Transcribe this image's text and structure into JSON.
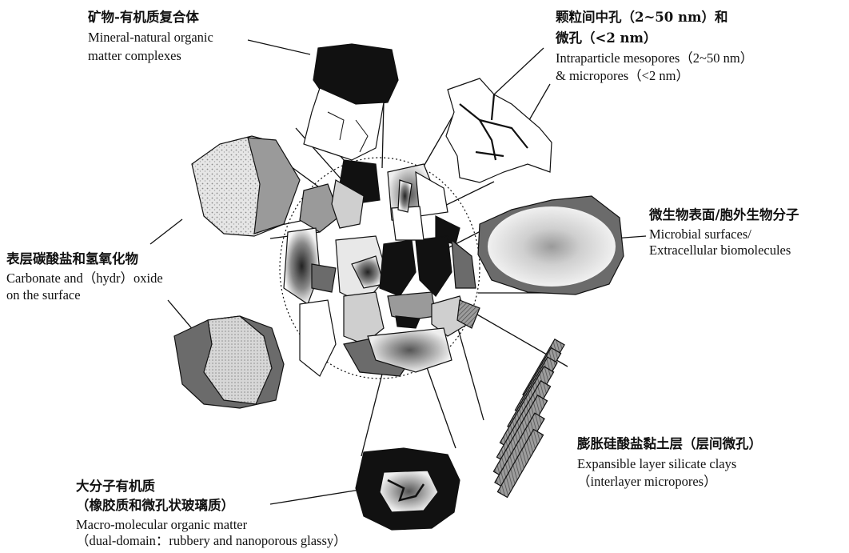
{
  "labels": {
    "mineral_complex": {
      "zh": "矿物-有机质复合体",
      "en1": "Mineral-natural organic",
      "en2": "matter  complexes"
    },
    "pores": {
      "zh1": "颗粒间中孔（2~50 nm）和",
      "zh2": "微孔（<2 nm）",
      "en1": "Intraparticle mesopores（2~50 nm）",
      "en2": "& micropores（<2 nm）"
    },
    "microbial": {
      "zh": "微生物表面/胞外生物分子",
      "en1": "Microbial surfaces/",
      "en2": "Extracellular biomolecules"
    },
    "carbonate": {
      "zh": "表层碳酸盐和氢氧化物",
      "en1": "Carbonate and（hydr）oxide",
      "en2": "on the surface"
    },
    "clays": {
      "zh": "膨胀硅酸盐黏土层（层间微孔）",
      "en1": "Expansible layer silicate clays",
      "en2": "（interlayer micropores）"
    },
    "macromolecular": {
      "zh1": "大分子有机质",
      "zh2": "（橡胶质和微孔状玻璃质）",
      "en1": "Macro-molecular organic matter",
      "en2": "（dual-domain：rubbery and nanoporous glassy）"
    }
  },
  "colors": {
    "black": "#111111",
    "dark_gray": "#6b6b6b",
    "mid_gray": "#9a9a9a",
    "light_gray": "#cfcfcf",
    "speckle": "#e2e2e2"
  }
}
